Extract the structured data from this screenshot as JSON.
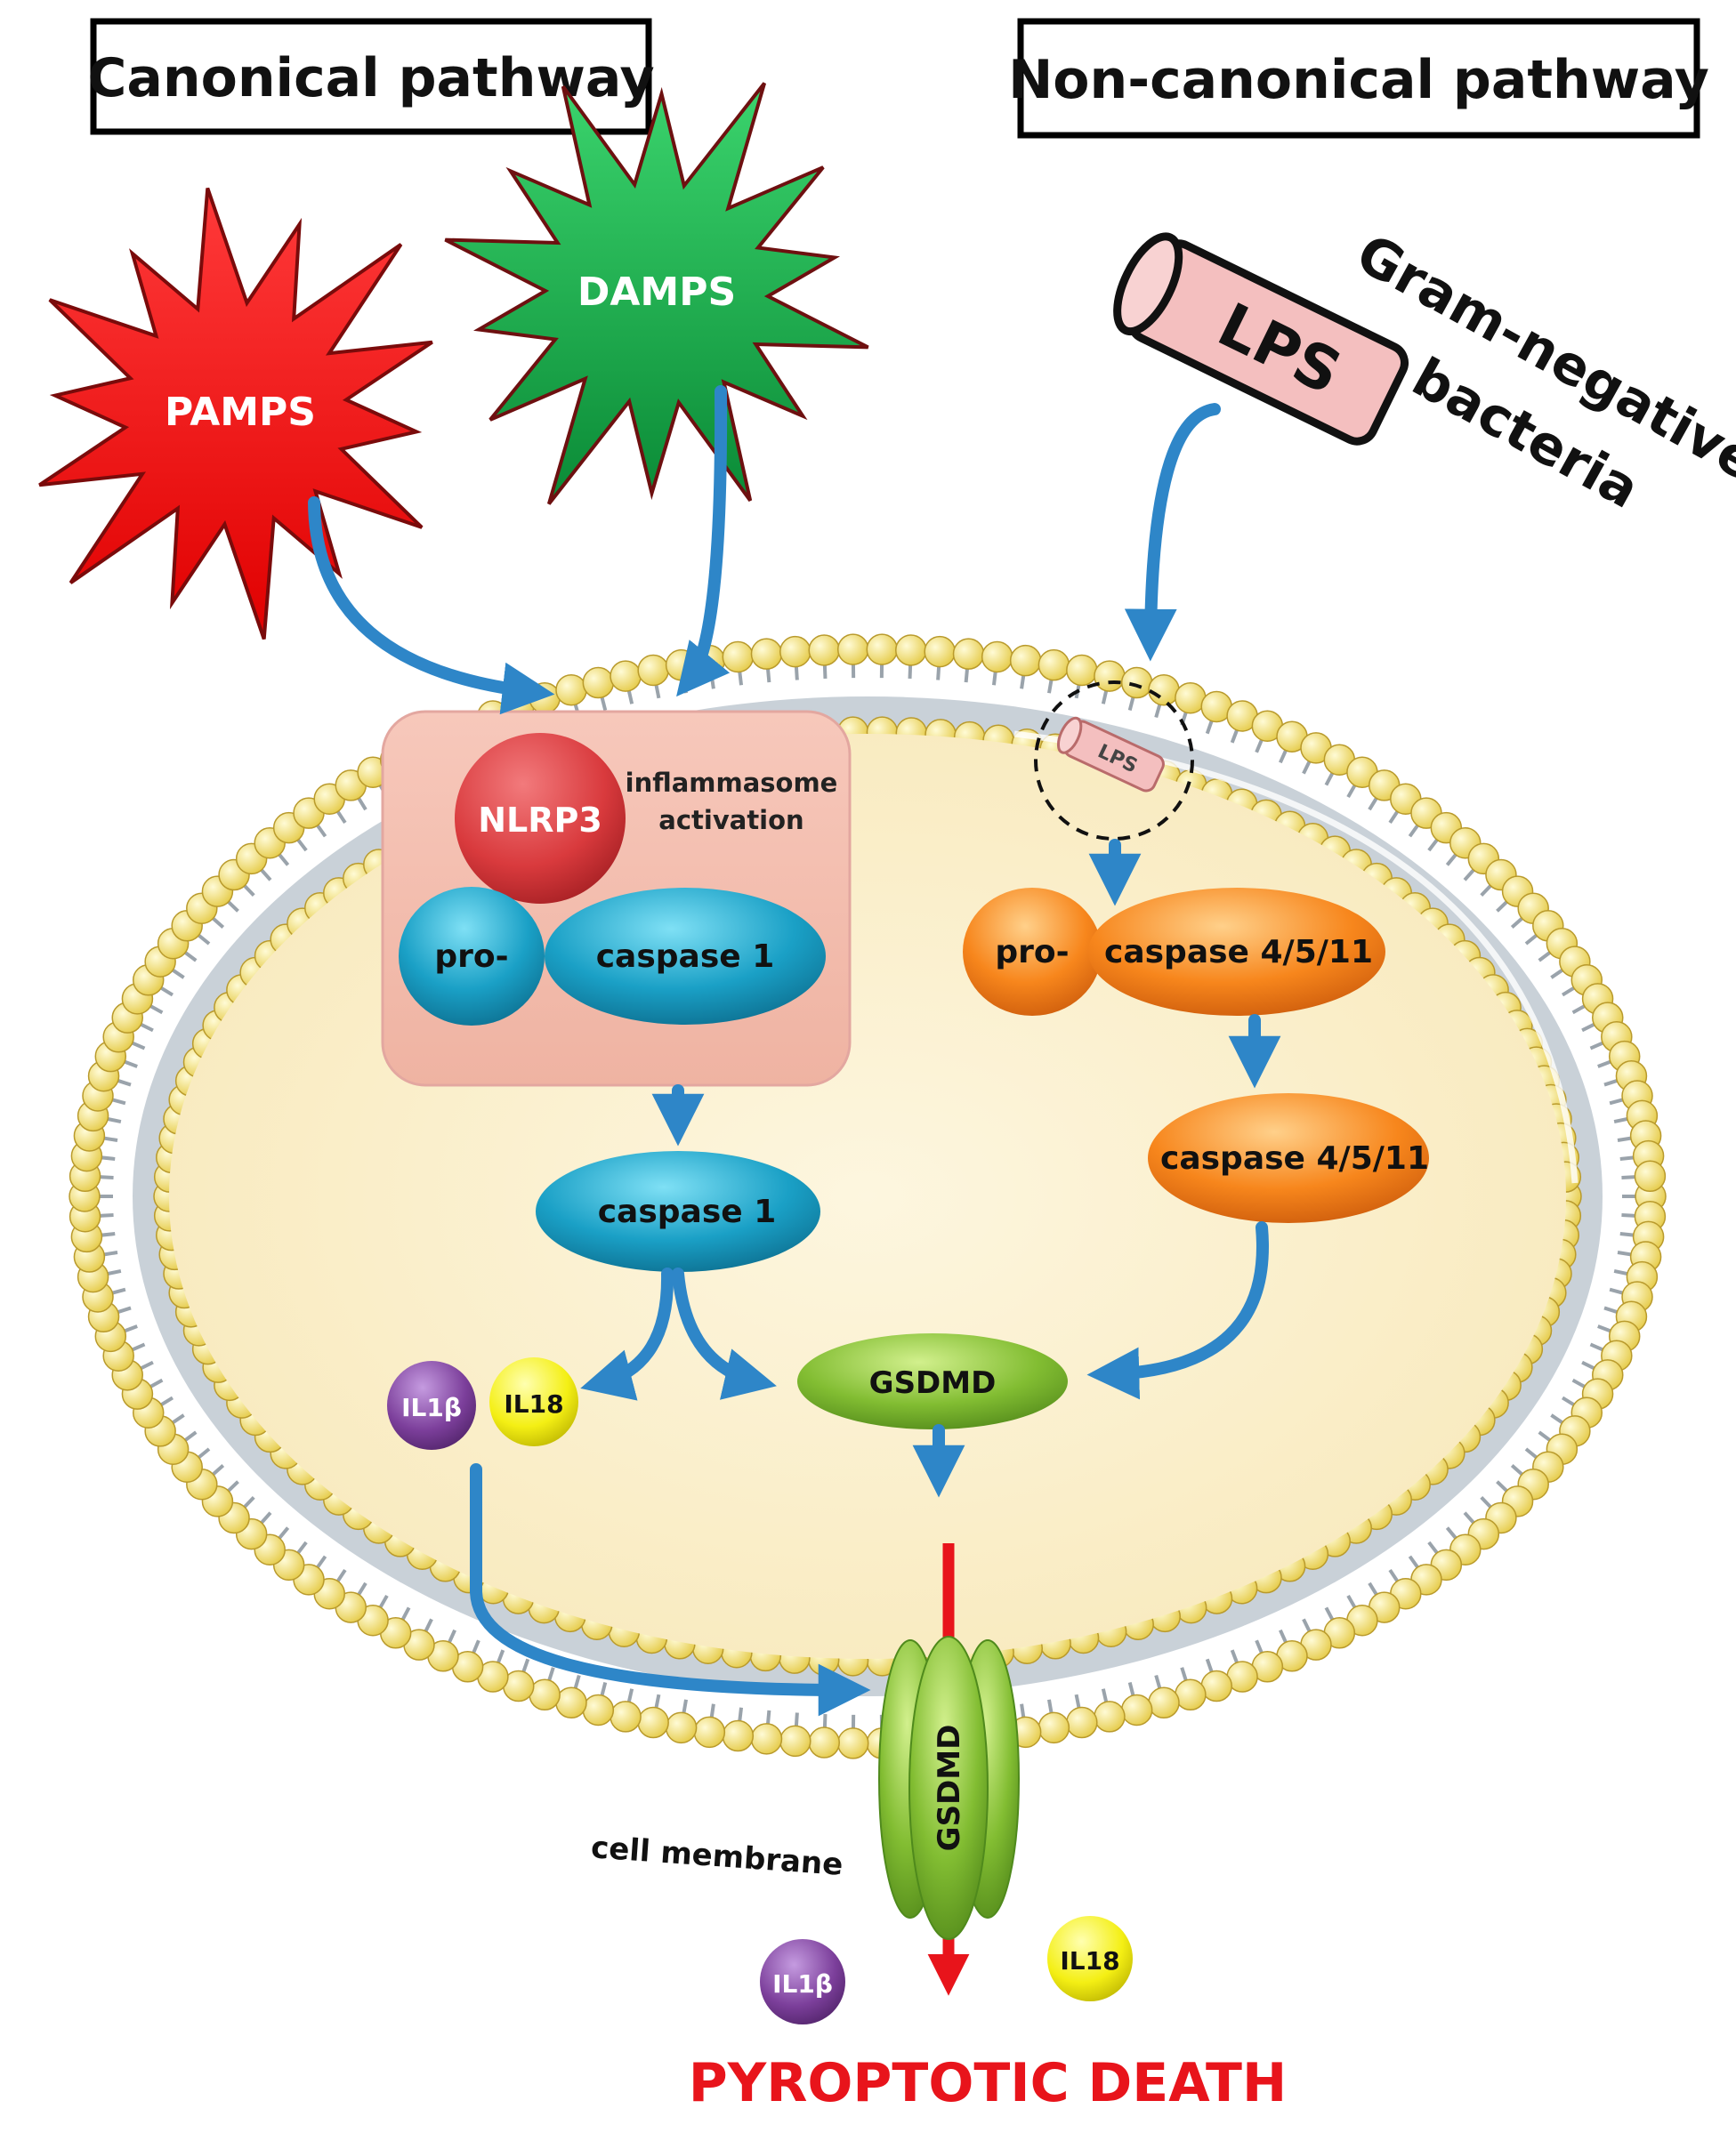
{
  "labels": {
    "canonical_title": "Canonical pathway",
    "noncanonical_title": "Non-canonical pathway",
    "pamps": "PAMPS",
    "damps": "DAMPS",
    "lps": "LPS",
    "lps_small": "LPS",
    "gram_line1": "Gram-negative",
    "gram_line2": "bacteria",
    "nlrp3": "NLRP3",
    "inflammasome_line1": "inflammasome",
    "inflammasome_line2": "activation",
    "pro_canonical": "pro-",
    "caspase1_pro": "caspase 1",
    "caspase1_active": "caspase 1",
    "pro_noncanonical": "pro-",
    "caspase4511_pro": "caspase 4/5/11",
    "caspase4511_active": "caspase 4/5/11",
    "il1b_inside": "IL1β",
    "il18_inside": "IL18",
    "gsdmd_cytosol": "GSDMD",
    "gsdmd_pore": "GSDMD",
    "cell_membrane": "cell membrane",
    "il1b_outside": "IL1β",
    "il18_outside": "IL18",
    "pyroptotic_death": "PYROPTOTIC DEATH"
  },
  "colors": {
    "arrow_blue": "#2e86c8",
    "death_red": "#e8141b",
    "pamps_red": "#ff1010",
    "damps_green": "#15b24a",
    "caspase1_teal": "#1597bd",
    "caspase4511_orange": "#f57f14",
    "gsdmd_green": "#79b52e",
    "nlrp3_red": "#d9393c",
    "il1b_purple": "#7b3f9a",
    "il18_yellow": "#f2ee0d",
    "cytoplasm": "#fbf0cf",
    "membrane_head": "#f4e07a",
    "inflammasome_box": "#f4c0b1",
    "lps_pink": "#f3bdbd"
  }
}
